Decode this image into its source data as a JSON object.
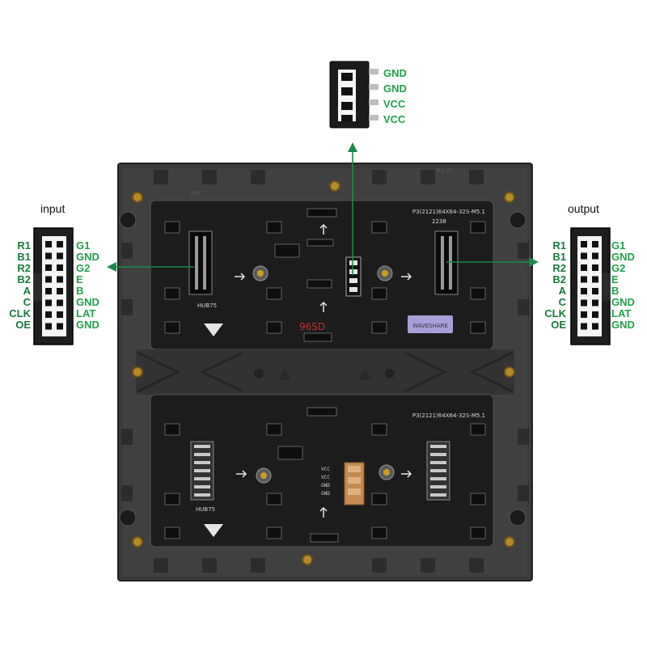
{
  "input": {
    "title": "input",
    "left_pins": [
      "R1",
      "B1",
      "R2",
      "B2",
      "A",
      "C",
      "CLK",
      "OE"
    ],
    "right_pins": [
      "G1",
      "GND",
      "G2",
      "E",
      "B",
      "GND",
      "LAT",
      "GND"
    ]
  },
  "output": {
    "title": "output",
    "left_pins": [
      "R1",
      "B1",
      "R2",
      "B2",
      "A",
      "C",
      "CLK",
      "OE"
    ],
    "right_pins": [
      "G1",
      "GND",
      "G2",
      "E",
      "B",
      "GND",
      "LAT",
      "GND"
    ]
  },
  "power_connector": {
    "pins": [
      "GND",
      "GND",
      "VCC",
      "VCC"
    ]
  },
  "board": {
    "top_model": "P3(2121)64X64-32S-M5.1",
    "bottom_model": "P3(2121)64X64-32S-M5.1",
    "frame_marks": [
      "JPY",
      "P3-D"
    ],
    "hub_label": "HUB75",
    "date_code": "2238",
    "sticker": "WAVESHARE",
    "power_labels": [
      "VCC",
      "VCC",
      "GND",
      "GND"
    ]
  },
  "colors": {
    "label_green": "#1a7a3c",
    "pin_green": "#22a04b",
    "arrow_green": "#1a8a4a",
    "frame": "#3b3b3b",
    "pcb": "#1c1c1c"
  }
}
